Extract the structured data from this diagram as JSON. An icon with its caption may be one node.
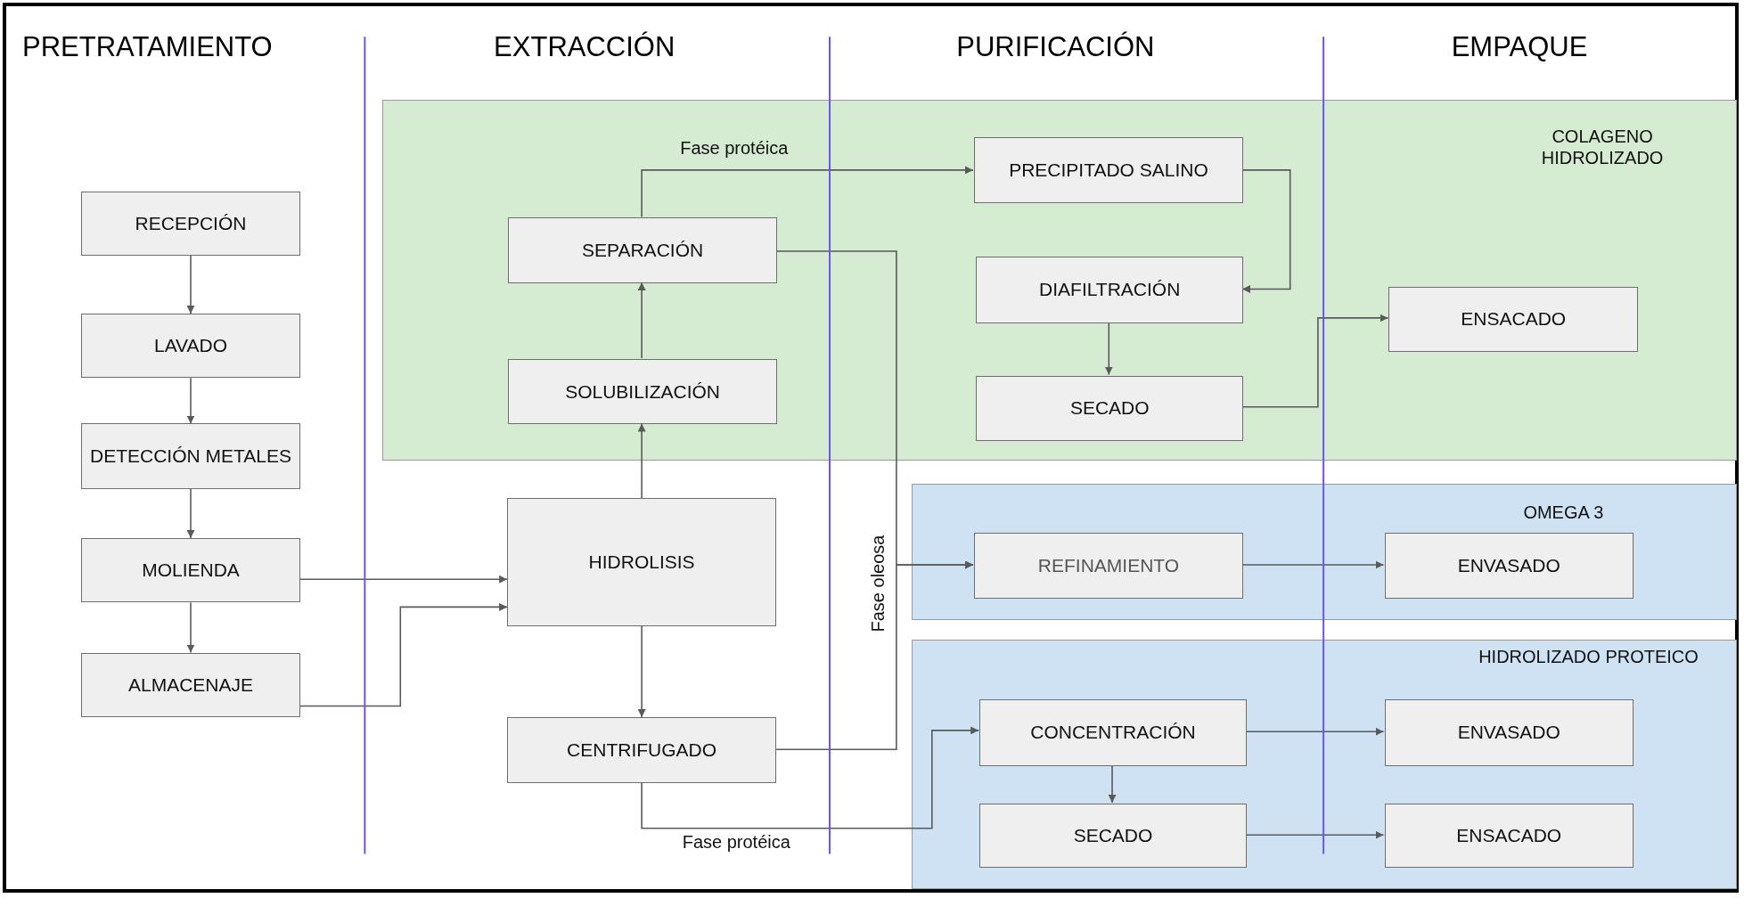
{
  "diagram": {
    "nodes": [
      {
        "text": [
          "RECEPCIÓN"
        ]
      },
      {
        "text": [
          "LAVADO"
        ]
      },
      {
        "text": [
          "DETECCIÓN METALES"
        ]
      },
      {
        "text": [
          "MOLIENDA"
        ]
      },
      {
        "text": [
          "ALMACENAJE"
        ]
      },
      {
        "text": [
          "COLAGENO HIDROLIZADO"
        ]
      },
      {
        "text": [
          "SEPARACIÓN"
        ],
        "in": 5
      },
      {
        "text": [
          "SOLUBILIZACIÓN"
        ],
        "in": 5
      },
      {
        "text": [
          "PRECIPITADO SALINO"
        ],
        "in": 5
      },
      {
        "text": [
          "DIAFILTRACIÓN"
        ],
        "in": 5
      },
      {
        "text": [
          "SECADO"
        ],
        "in": 5
      },
      {
        "text": [
          "ENSACADO"
        ],
        "in": 5
      },
      {
        "text": [
          "HIDROLISIS"
        ]
      },
      {
        "text": [
          "CENTRIFUGADO"
        ]
      },
      {
        "text": [
          "OMEGA 3"
        ]
      },
      {
        "text": [
          "REFINAMIENTO"
        ],
        "in": 14
      },
      {
        "text": [
          "ENVASADO"
        ],
        "in": 14
      },
      {
        "text": [
          "HIDROLIZADO PROTEICO"
        ]
      },
      {
        "text": [
          "CONCENTRACIÓN"
        ],
        "in": 17
      },
      {
        "text": [
          "SECADO"
        ],
        "in": 17
      },
      {
        "text": [
          "ENVASADO"
        ],
        "in": 17
      },
      {
        "text": [
          "ENSACADO"
        ],
        "in": 17
      }
    ],
    "edges": [
      {
        "from": 0,
        "to": 1,
        "arrow": "to"
      },
      {
        "from": 1,
        "to": 2,
        "arrow": "to"
      },
      {
        "from": 2,
        "to": 3,
        "arrow": "to"
      },
      {
        "from": 3,
        "to": 4,
        "arrow": "to"
      },
      {
        "from": 3,
        "to": 12,
        "arrow": "to"
      },
      {
        "from": 4,
        "to": 12,
        "arrow": "to"
      },
      {
        "from": 12,
        "to": 7,
        "arrow": "to"
      },
      {
        "from": 7,
        "to": 6,
        "arrow": "to"
      },
      {
        "from": 12,
        "to": 13,
        "arrow": "to"
      },
      {
        "from": 6,
        "to": 8,
        "arrow": "to",
        "label": "Fase protéica"
      },
      {
        "from": 6,
        "to": 15,
        "arrow": "to",
        "label": "Fase oleosa"
      },
      {
        "from": 13,
        "to": 15,
        "arrow": "to"
      },
      {
        "from": 13,
        "to": 18,
        "arrow": "to",
        "label": "Fase protéica"
      },
      {
        "from": 8,
        "to": 9,
        "arrow": "to"
      },
      {
        "from": 9,
        "to": 10,
        "arrow": "to"
      },
      {
        "from": 10,
        "to": 11,
        "arrow": "to"
      },
      {
        "from": 15,
        "to": 16,
        "arrow": "to"
      },
      {
        "from": 18,
        "to": 20,
        "arrow": "to"
      },
      {
        "from": 18,
        "to": 19,
        "arrow": "to"
      },
      {
        "from": 19,
        "to": 21,
        "arrow": "to"
      }
    ],
    "labels": [
      "PRETRATAMIENTO",
      "EXTRACCIÓN",
      "PURIFICACIÓN",
      "EMPAQUE"
    ]
  }
}
